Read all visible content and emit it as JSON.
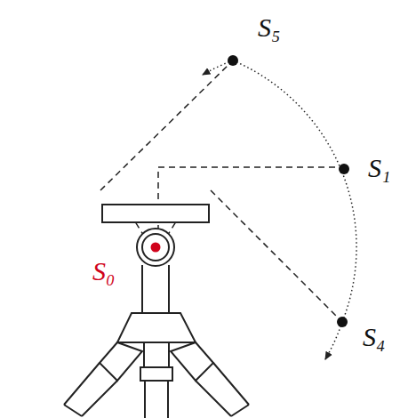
{
  "diagram": {
    "labels": [
      "S₅",
      "S₁",
      "S₀",
      "S₄"
    ]
  }
}
